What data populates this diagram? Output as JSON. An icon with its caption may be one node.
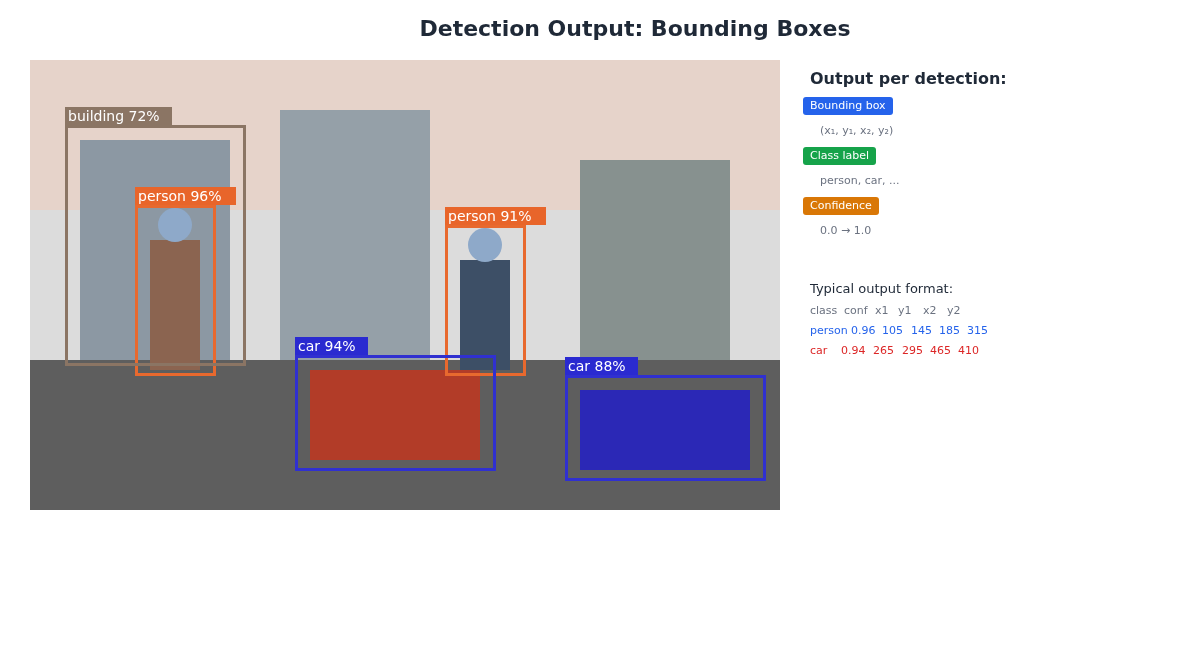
{
  "diagram": {
    "title": "Detection Output: Bounding Boxes",
    "nodes": [
      {
        "text": [
          "building 72%"
        ]
      },
      {
        "text": [
          "person 96%"
        ],
        "in": 0
      },
      {
        "text": [
          "person 91%"
        ]
      },
      {
        "text": [
          "car 94%"
        ]
      },
      {
        "text": [
          "car 88%"
        ]
      },
      {
        "text": [
          "Bounding box"
        ],
        "beside": [
          "(x₁, y₁, x₂, y₂)"
        ]
      },
      {
        "text": [
          "Class label"
        ],
        "beside": [
          "person, car, ..."
        ]
      },
      {
        "text": [
          "Confidence"
        ],
        "beside": [
          "0.0 → 1.0"
        ]
      }
    ],
    "labels": [
      "Output per detection:",
      "Typical output format:",
      "class",
      "conf",
      "x1",
      "y1",
      "x2",
      "y2",
      "person",
      "0.96",
      "105",
      "145",
      "185",
      "315",
      "car",
      "0.94",
      "265",
      "295",
      "465",
      "410"
    ]
  }
}
